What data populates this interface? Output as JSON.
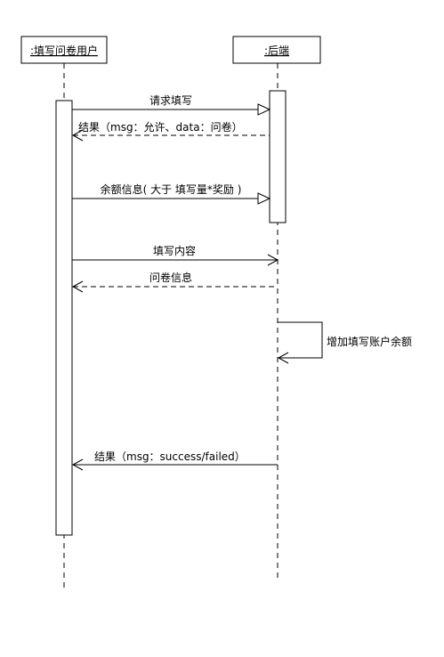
{
  "participants": {
    "user": {
      "name": ":填写问卷用户"
    },
    "backend": {
      "name": ":后端"
    }
  },
  "messages": [
    {
      "id": "m1",
      "text": "请求填写",
      "kind": "sync"
    },
    {
      "id": "m2",
      "text": "结果（msg：允许、data：问卷）",
      "kind": "return"
    },
    {
      "id": "m3",
      "text": "余额信息( 大于 填写量*奖励 )",
      "kind": "sync"
    },
    {
      "id": "m4",
      "text": "填写内容",
      "kind": "async"
    },
    {
      "id": "m5",
      "text": "问卷信息",
      "kind": "return"
    },
    {
      "id": "m6",
      "text": "增加填写账户余额",
      "kind": "self"
    },
    {
      "id": "m7",
      "text": "结果（msg：success/failed）",
      "kind": "async"
    }
  ]
}
